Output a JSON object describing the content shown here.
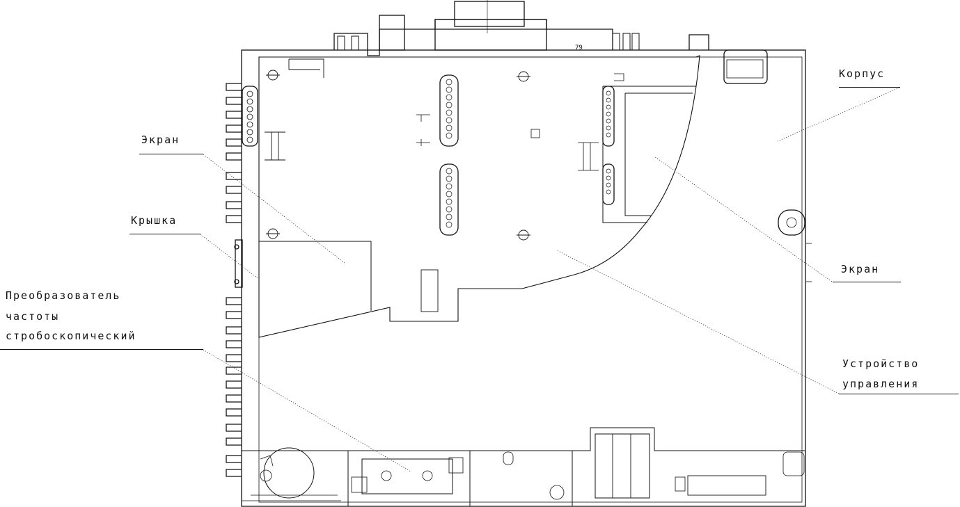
{
  "labels": {
    "casing": "Корпус",
    "screen_left": "Экран",
    "screen_right": "Экран",
    "cover": "Крышка",
    "converter_line1": "Преобразователь",
    "converter_line2": "частоты",
    "converter_line3": "стробоскопический",
    "control_line1": "Устройство",
    "control_line2": "управления",
    "board_mark": "79"
  },
  "colors": {
    "ink": "#111111",
    "paper": "#ffffff"
  }
}
